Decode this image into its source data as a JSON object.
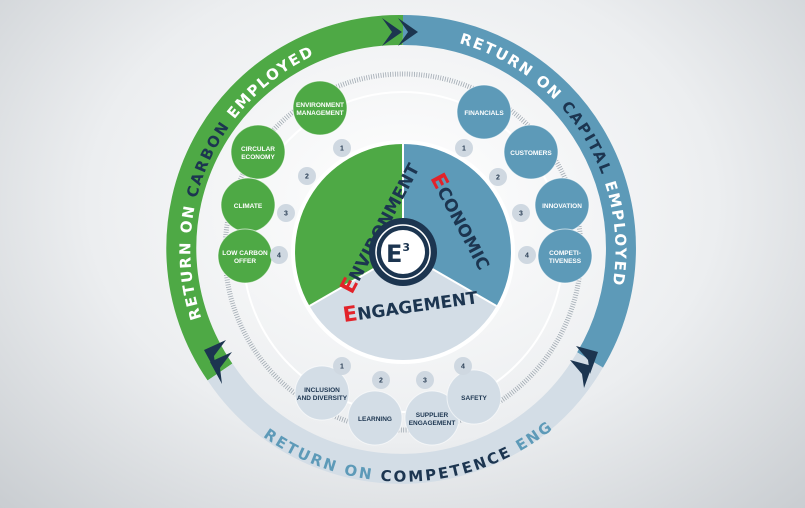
{
  "outer_ring": {
    "carbon": {
      "prefix": "RETURN ON ",
      "highlight": "CARBON",
      "suffix": " EMPLOYED"
    },
    "capital": {
      "prefix": "RETURN ON ",
      "highlight": "CAPITAL",
      "suffix": " EMPLOYED"
    },
    "competence": {
      "prefix": "RETURN ON ",
      "highlight": "COMPETENCE",
      "suffix": " ENGAGED"
    }
  },
  "center": {
    "label": "E",
    "superscript": "3"
  },
  "segments": {
    "environment": {
      "initial": "E",
      "rest": "NVIRONMENT"
    },
    "economic": {
      "initial": "E",
      "rest": "CONOMIC"
    },
    "engagement": {
      "initial": "E",
      "rest": "NGAGEMENT"
    }
  },
  "environment_items": [
    {
      "num": "1",
      "lines": [
        "ENVIRONMENT",
        "MANAGEMENT"
      ]
    },
    {
      "num": "2",
      "lines": [
        "CIRCULAR",
        "ECONOMY"
      ]
    },
    {
      "num": "3",
      "lines": [
        "CLIMATE"
      ]
    },
    {
      "num": "4",
      "lines": [
        "LOW CARBON",
        "OFFER"
      ]
    }
  ],
  "economic_items": [
    {
      "num": "1",
      "lines": [
        "FINANCIALS"
      ]
    },
    {
      "num": "2",
      "lines": [
        "CUSTOMERS"
      ]
    },
    {
      "num": "3",
      "lines": [
        "INNOVATION"
      ]
    },
    {
      "num": "4",
      "lines": [
        "COMPETI-",
        "TIVENESS"
      ]
    }
  ],
  "engagement_items": [
    {
      "num": "1",
      "lines": [
        "INCLUSION",
        "AND DIVERSITY"
      ]
    },
    {
      "num": "2",
      "lines": [
        "LEARNING"
      ]
    },
    {
      "num": "3",
      "lines": [
        "SUPPLIER",
        "ENGAGEMENT"
      ]
    },
    {
      "num": "4",
      "lines": [
        "SAFETY"
      ]
    }
  ],
  "colors": {
    "green": "#4ea945",
    "blue": "#5d9ab8",
    "grey": "#d3dde6",
    "navy": "#1c3550",
    "red": "#e2232a"
  }
}
